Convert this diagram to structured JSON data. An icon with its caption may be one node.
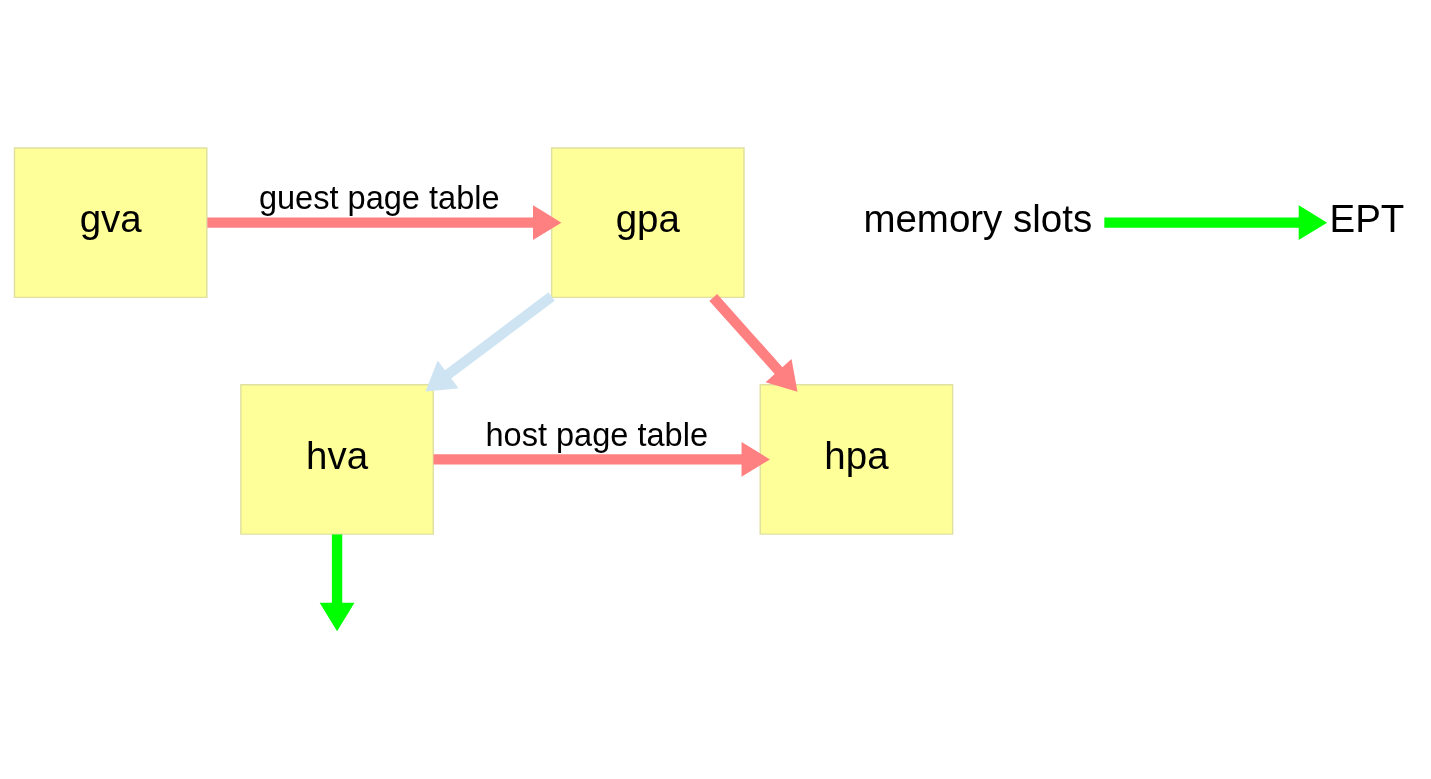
{
  "diagram": {
    "nodes": [
      {
        "text": [
          "gva"
        ]
      },
      {
        "text": [
          "gpa"
        ]
      },
      {
        "text": [
          "hva"
        ]
      },
      {
        "text": [
          "hpa"
        ]
      },
      {
        "text": [
          "memory slots"
        ]
      },
      {
        "text": [
          "EPT"
        ]
      }
    ],
    "edges": [
      {
        "from": 0,
        "to": 1,
        "arrow": "to",
        "label": "guest page table",
        "color": "#ff8080"
      },
      {
        "from": 1,
        "to": 3,
        "arrow": "to",
        "color": "#ff8080"
      },
      {
        "from": 1,
        "to": 2,
        "arrow": "to",
        "color": "#cfe4f2"
      },
      {
        "from": 2,
        "to": 3,
        "arrow": "to",
        "label": "host page table",
        "color": "#ff8080"
      },
      {
        "from": 4,
        "to": 5,
        "arrow": "to",
        "color": "#00ff00"
      },
      {
        "from": 2,
        "to": null,
        "arrow": "to",
        "color": "#00ff00"
      }
    ]
  }
}
